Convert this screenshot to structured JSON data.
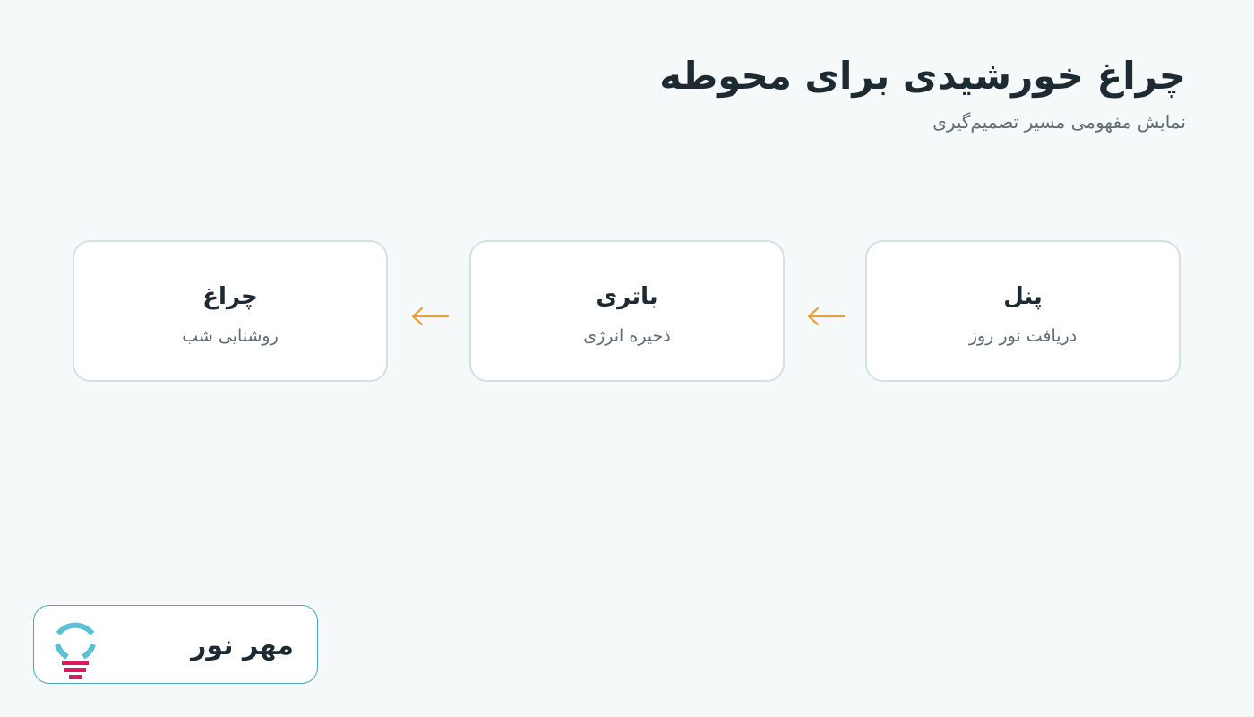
{
  "header": {
    "title": "چراغ خورشیدی برای محوطه",
    "subtitle": "نمایش مفهومی مسیر تصمیم‌گیری"
  },
  "flow": {
    "steps": [
      {
        "title": "پنل",
        "subtitle": "دریافت نور روز"
      },
      {
        "title": "باتری",
        "subtitle": "ذخیره انرژی"
      },
      {
        "title": "چراغ",
        "subtitle": "روشنایی شب"
      }
    ],
    "arrow_icon": "arrow-left-icon"
  },
  "brand": {
    "name": "مهر نور",
    "logo_icon": "lamp-icon"
  },
  "colors": {
    "background": "#f6f9fa",
    "card_border": "#d5e0e6",
    "arrow": "#e0a43a",
    "brand_border": "#4aa8b4",
    "logo_ring": "#5bc0d6",
    "logo_base": "#e0185e"
  }
}
